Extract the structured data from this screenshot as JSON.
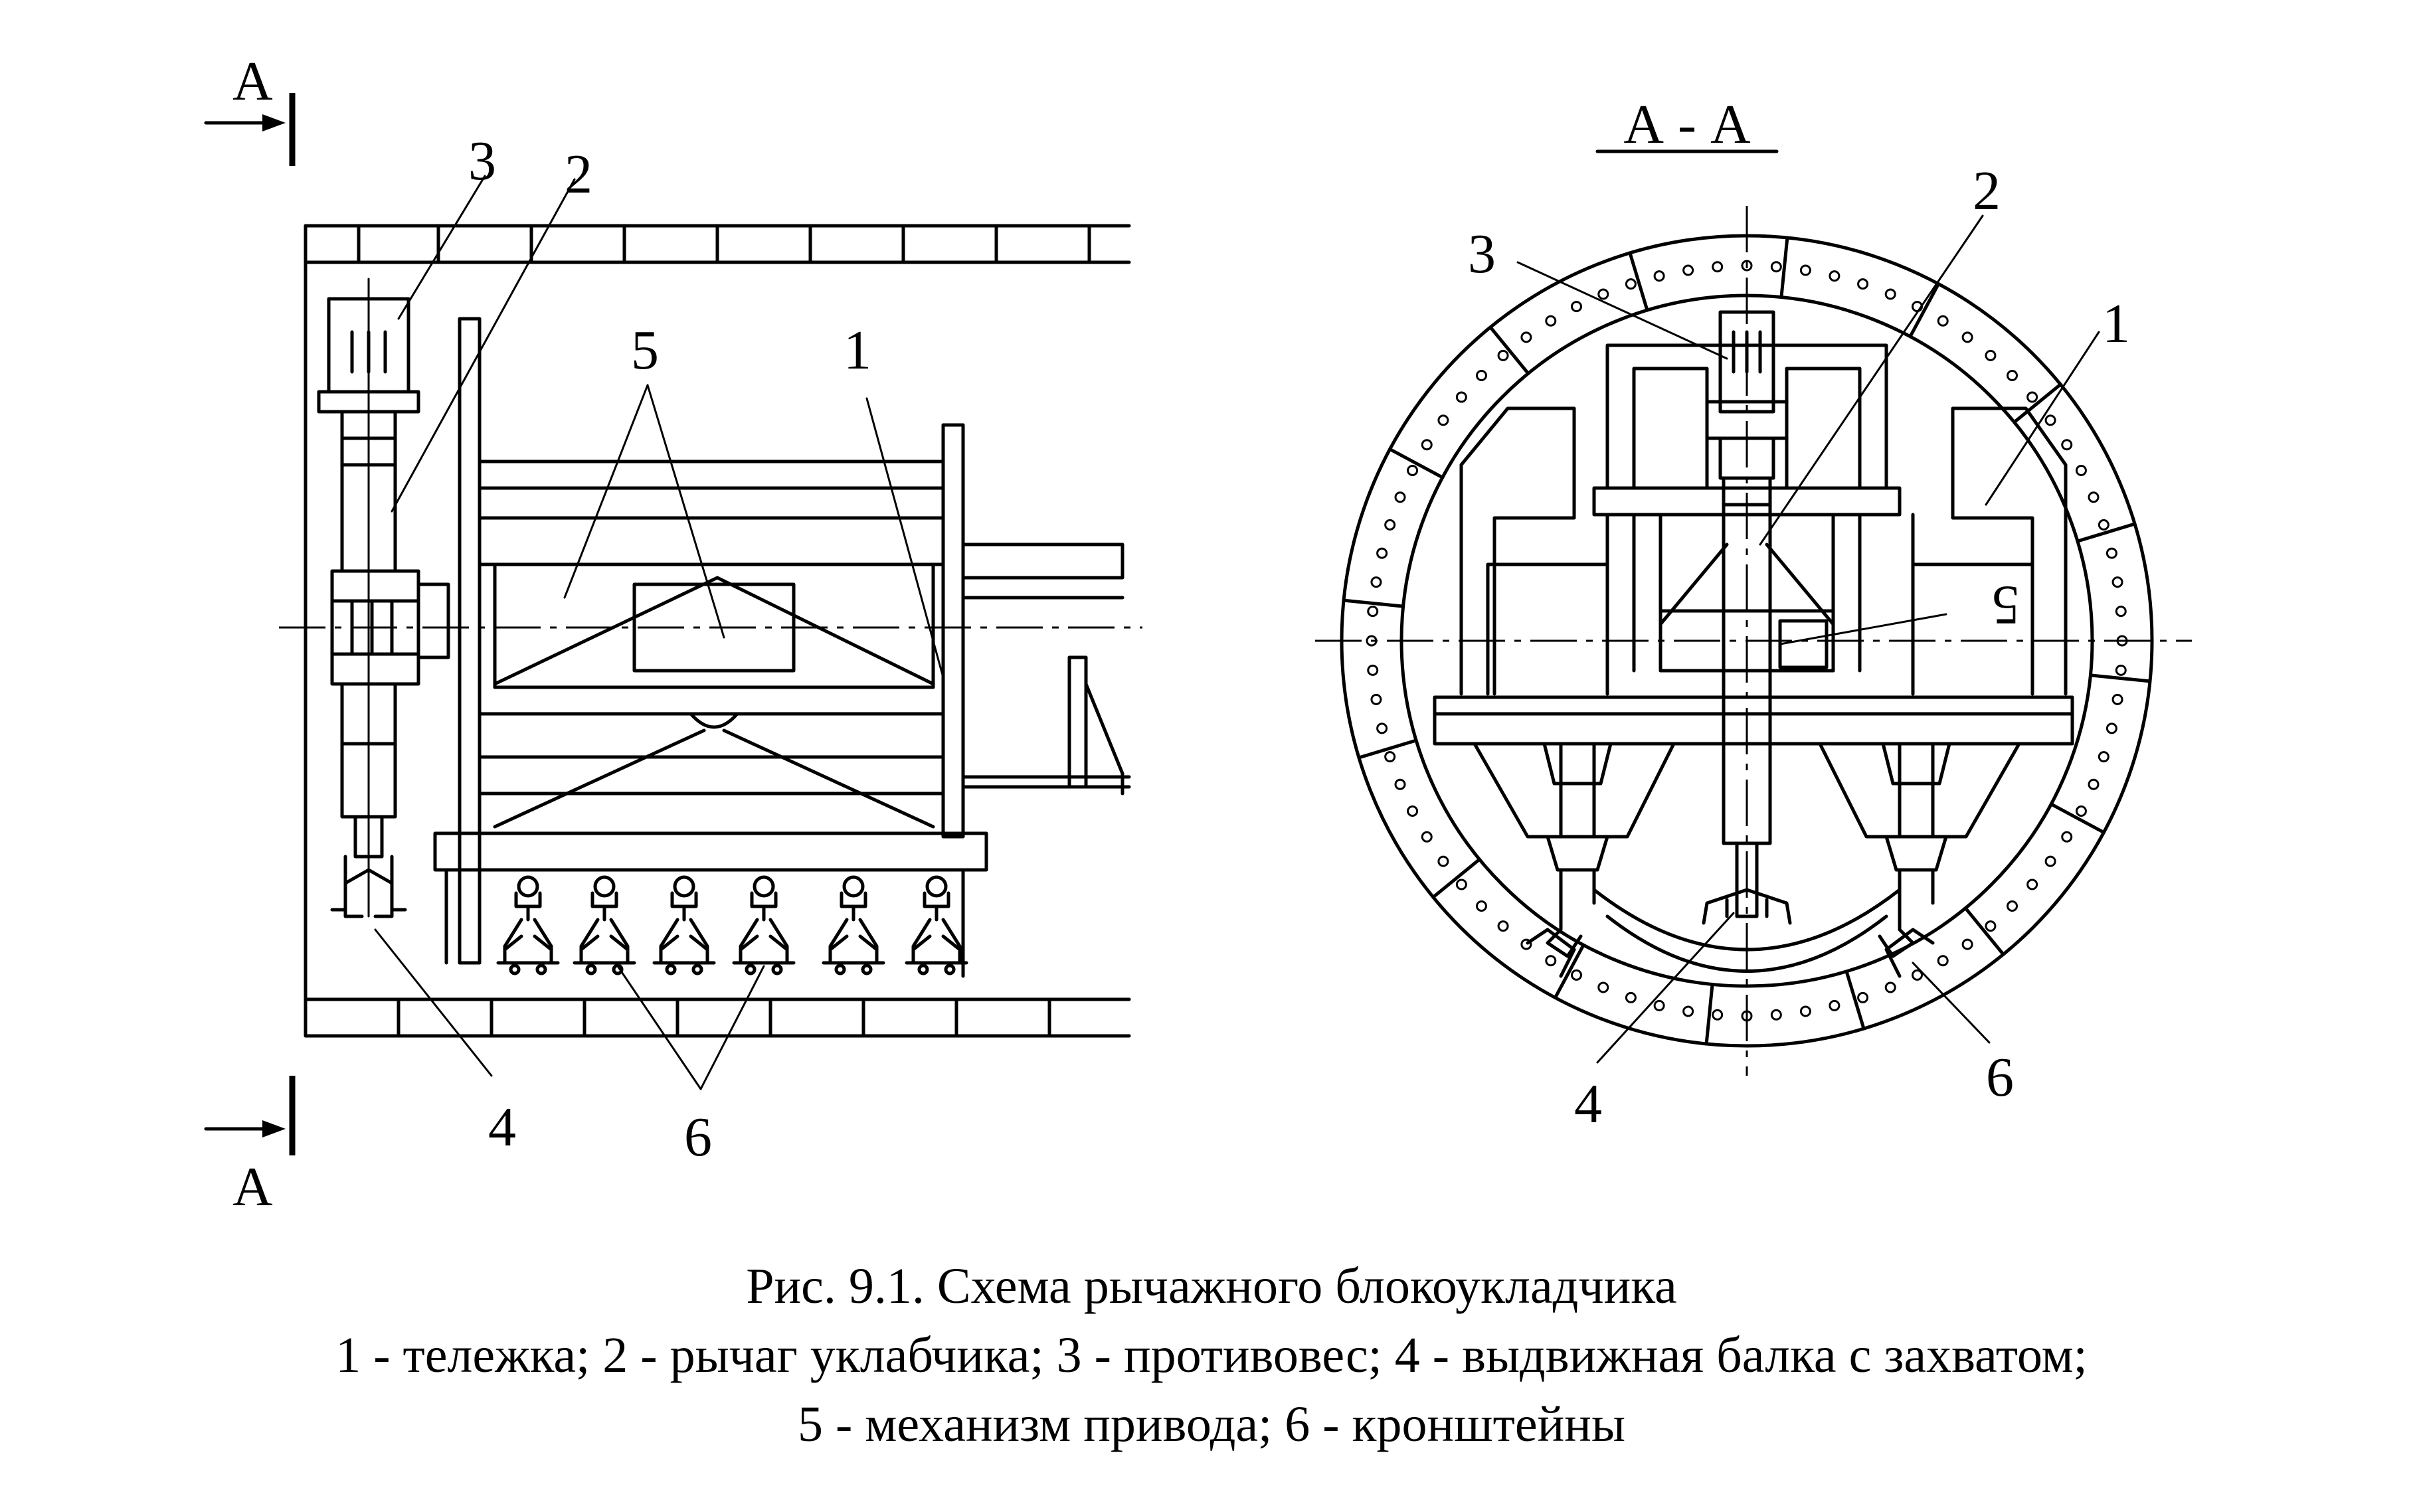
{
  "figure": {
    "section_mark_top": "А",
    "section_mark_bottom": "А",
    "section_title": "А - А",
    "left_view_labels": [
      "1",
      "2",
      "3",
      "4",
      "5",
      "6"
    ],
    "right_view_labels": [
      "1",
      "2",
      "3",
      "4",
      "6"
    ]
  },
  "caption": {
    "title": "Рис. 9.1. Схема рычажного блокоукладчика",
    "legend_line1": "1 - тележка; 2 - рычаг уклабчика; 3 - противовес; 4 - выдвижная балка с захватом;",
    "legend_line2": "5 - механизм привода; 6 - кронштейны"
  }
}
